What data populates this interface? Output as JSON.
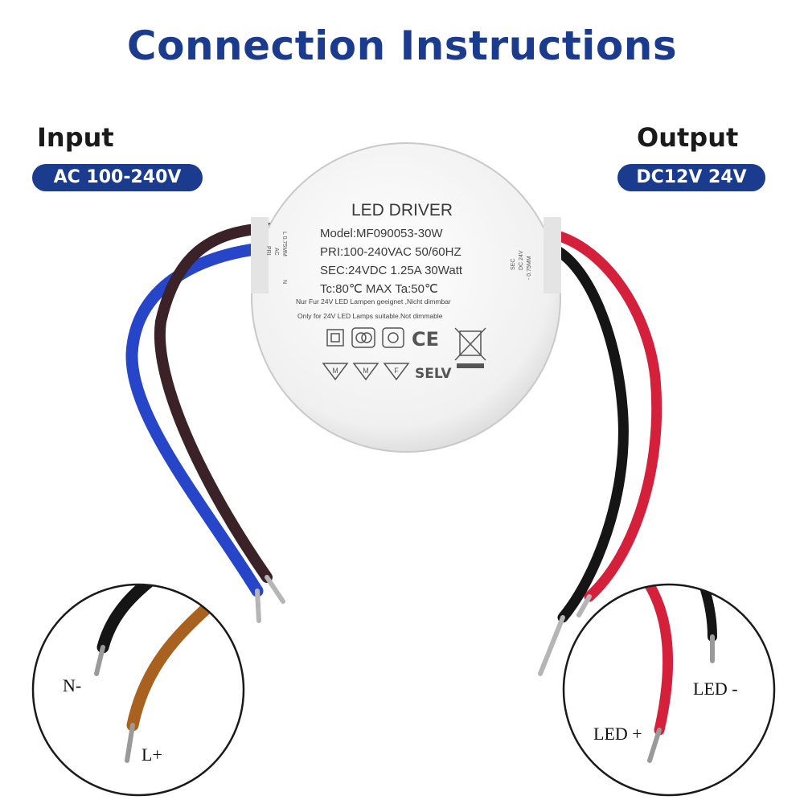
{
  "title": "Connection Instructions",
  "input": {
    "label": "Input",
    "spec": "AC 100-240V"
  },
  "output": {
    "label": "Output",
    "spec": "DC12V 24V"
  },
  "driver": {
    "heading": "LED DRIVER",
    "model": "Model:MF090053-30W",
    "pri": "PRI:100-240VAC 50/60HZ",
    "sec": "SEC:24VDC 1.25A 30Watt",
    "temp": "Tc:80℃  MAX Ta:50℃",
    "note_de": "Nur Fur 24V LED Lampen geeignet ,Nicht dimmbar",
    "note_en": "Only for 24V LED Lamps suitable.Not dimmable",
    "selv": "SELV",
    "ce": "CE",
    "pri_side": "PRI",
    "ac_side": "AC",
    "l_side": "L 0.75MM",
    "n_side": "N",
    "sec_side": "SEC",
    "dc_side": "DC 24V",
    "mm_side": "- 0.75MM",
    "m_mark": "M",
    "f_mark": "F"
  },
  "inset_left": {
    "n_label": "N-",
    "l_label": "L+"
  },
  "inset_right": {
    "led_minus": "LED -",
    "led_plus": "LED +"
  },
  "colors": {
    "brand": "#1b3b8f",
    "blue_wire": "#2745c8",
    "brown_wire": "#3b2128",
    "red_wire": "#d4203a",
    "black_wire": "#151515",
    "inset_brown": "#a8611e"
  }
}
